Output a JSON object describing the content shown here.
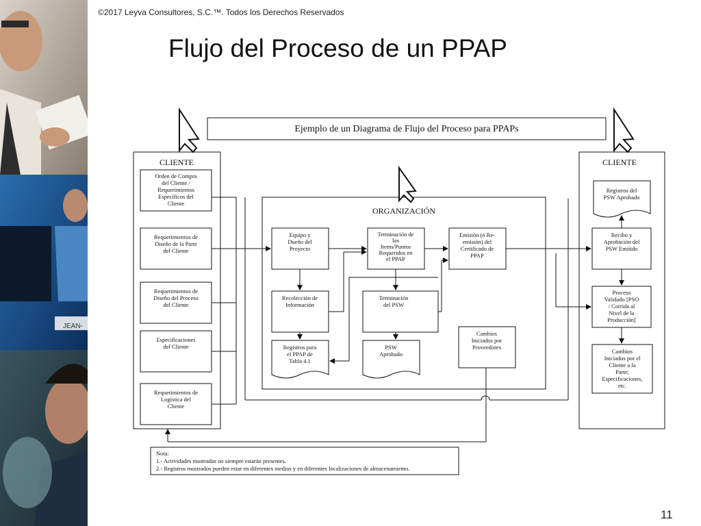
{
  "header": {
    "copyright": "©2017 Leyva Consultores, S.C.™. Todos los Derechos Reservados",
    "title": "Flujo del Proceso de un PPAP"
  },
  "footer": {
    "page_number": "11"
  },
  "diagram": {
    "banner": "Ejemplo de un Diagrama de Flujo del Proceso para PPAPs",
    "left_panel": {
      "title": "CLIENTE",
      "boxes": [
        [
          "Orden de Compra",
          "del Cliente /",
          "Requerimientos",
          "Específicos del",
          "Cliente"
        ],
        [
          "Requerimientos de",
          "Diseño de la Parte",
          "del Cliente"
        ],
        [
          "Requerimientos de",
          "Diseño del Proceso",
          "del Cliente"
        ],
        [
          "Especificaciones",
          "del Cliente"
        ],
        [
          "Requerimientos de",
          "Logística del",
          "Cliente"
        ]
      ]
    },
    "org_panel": {
      "title": "ORGANIZACIÓN",
      "equipo": [
        "Equipo y",
        "Dueño del",
        "Proyecto"
      ],
      "terminacion_items": [
        "Terminación de",
        "los",
        "Items/Puntos",
        "Requeridos en",
        "el PPAP"
      ],
      "emision": [
        "Emisión (ó Re-",
        "emisión) del",
        "Certificado de",
        "PPAP"
      ],
      "recoleccion": [
        "Recolección de",
        "Información"
      ],
      "terminacion_psw": [
        "Terminación",
        "del PSW"
      ],
      "cambios_proveedores": [
        "Cambios",
        "Iniciados por",
        "Proveedores"
      ],
      "registros_ppap": [
        "Registros para",
        "el PPAP de",
        "Tabla 4.1"
      ],
      "psw_aprobado": [
        "PSW",
        "Aprobado"
      ]
    },
    "right_panel": {
      "title": "CLIENTE",
      "registros_psw": [
        "Registros del",
        "PSW Aprobado"
      ],
      "recibo": [
        "Recibo y",
        "Aprobación del",
        "PSW Emitido"
      ],
      "proceso_validado": [
        "Proceso",
        "Validado [PSO",
        "/ Corrida al",
        "Nivel de la",
        "Producción]"
      ],
      "cambios_cliente": [
        "Cambios",
        "Iniciados por el",
        "Cliente a la",
        "Parte;",
        "Especificaciones,",
        "etc."
      ]
    },
    "note": {
      "title": "Nota:",
      "line1": "1.- Actividades mostradas no siempre estarán presentes.",
      "line2": "2.- Registros mostrados pueden estar en diferentes medios y en diferentes localizaciones de almacenamiento."
    }
  }
}
